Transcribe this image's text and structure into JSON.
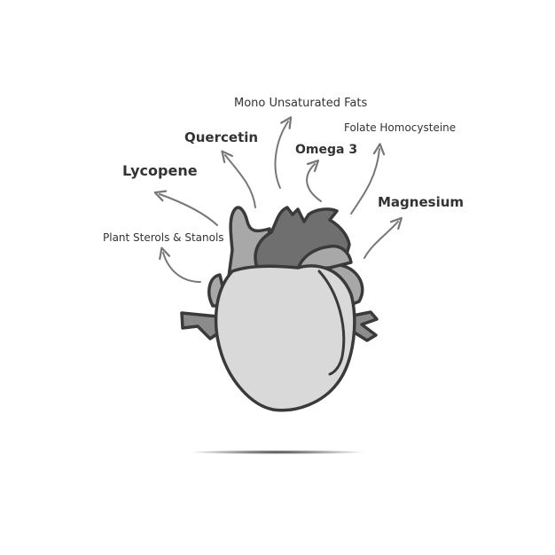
{
  "labels": {
    "mono_unsaturated_fats": "Mono Unsaturated Fats",
    "folate_homocysteine": "Folate Homocysteine",
    "quercetin": "Quercetin",
    "omega_3": "Omega 3",
    "lycopene": "Lycopene",
    "magnesium": "Magnesium",
    "plant_sterols_stanols": "Plant Sterols & Stanols"
  },
  "colors": {
    "outline": "#3a3a3a",
    "heart_fill": "#d9d9d9",
    "vessel_dark": "#6f6f6f",
    "vessel_mid": "#8c8c8c",
    "vessel_light": "#a8a8a8",
    "arrow": "#777777",
    "text": "#333333"
  }
}
